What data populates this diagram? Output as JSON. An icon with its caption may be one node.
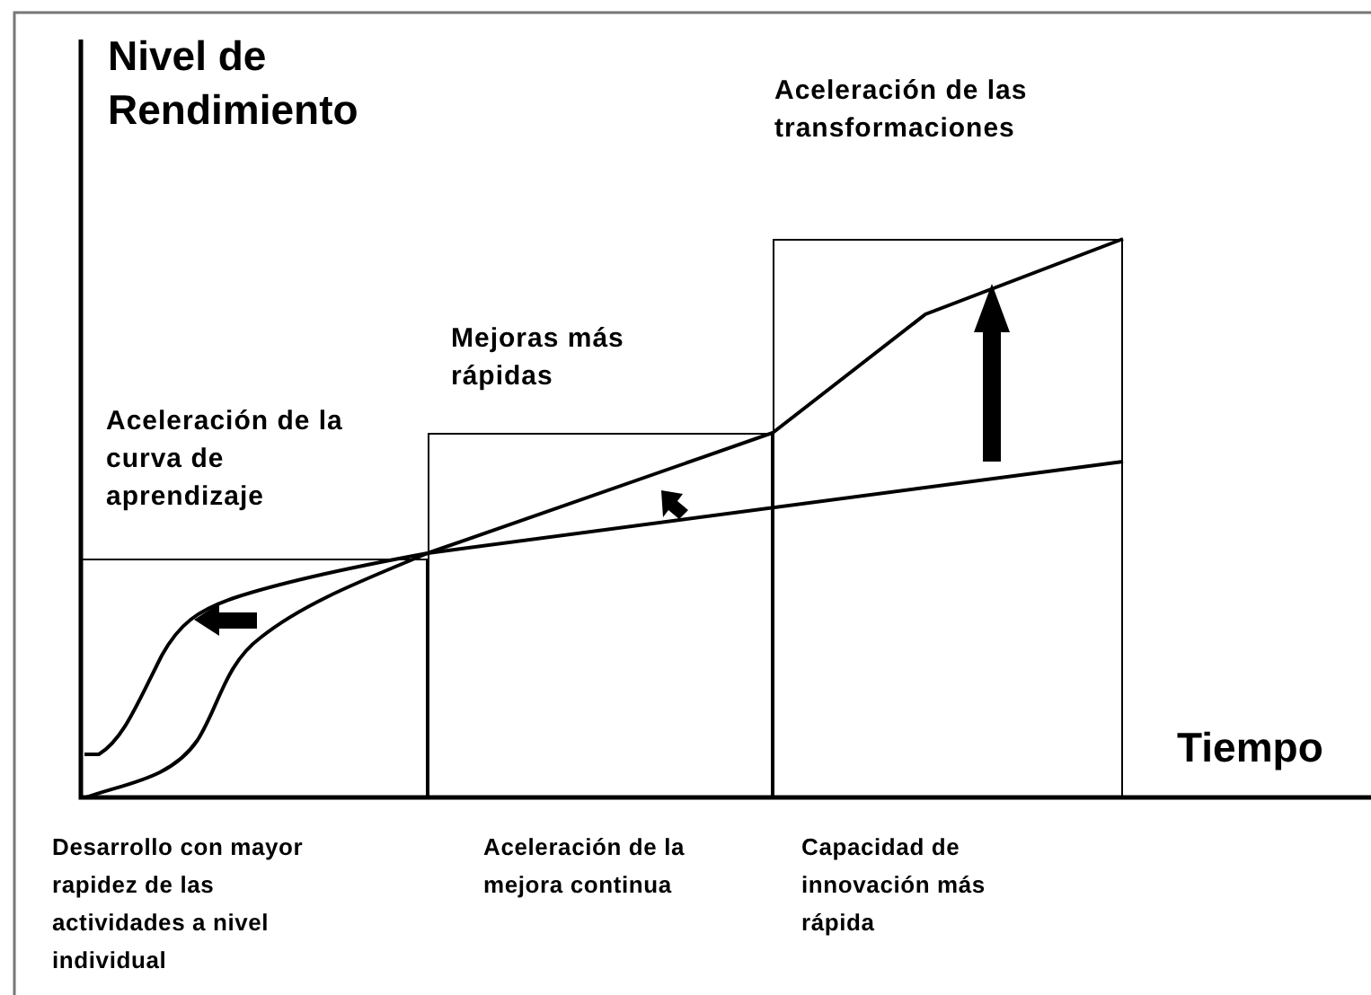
{
  "diagram": {
    "nodes": [
      {
        "text": [
          "Aceleración de la curva de aprendizaje"
        ],
        "beside": [
          "Desarrollo con mayor rapidez de las actividades a nivel individual"
        ]
      },
      {
        "text": [
          "Mejoras más rápidas"
        ],
        "beside": [
          "Aceleración de la mejora continua"
        ]
      },
      {
        "text": [
          "Aceleración de las transformaciones"
        ],
        "beside": [
          "Capacidad de innovación más rápida"
        ]
      }
    ],
    "labels": [
      "Nivel de Rendimiento",
      "Tiempo"
    ]
  }
}
